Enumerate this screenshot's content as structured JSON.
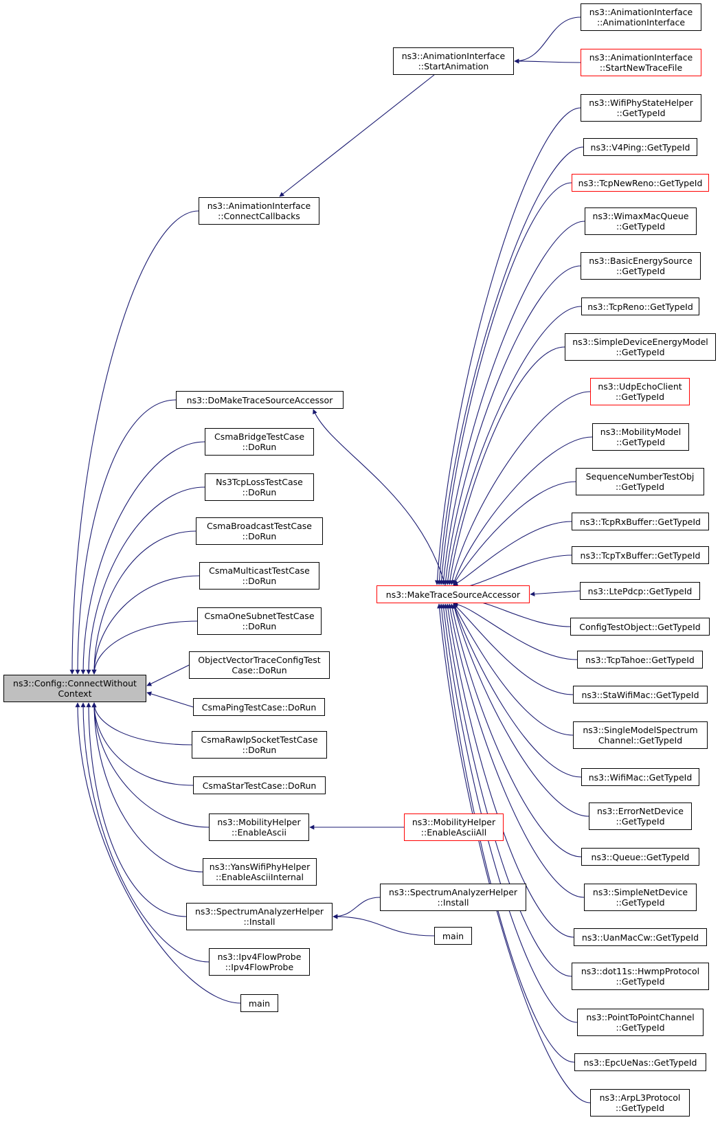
{
  "colors": {
    "edge": "#191970",
    "border": "#000000",
    "highlight": "#ff0000",
    "root_fill": "#bfbfbf"
  },
  "nodes": [
    {
      "id": "root",
      "lines": [
        "ns3::Config::ConnectWithout",
        "Context"
      ],
      "style": "root"
    },
    {
      "id": "ai_cc",
      "lines": [
        "ns3::AnimationInterface",
        "::ConnectCallbacks"
      ]
    },
    {
      "id": "ai_sa",
      "lines": [
        "ns3::AnimationInterface",
        "::StartAnimation"
      ]
    },
    {
      "id": "ai_ai",
      "lines": [
        "ns3::AnimationInterface",
        "::AnimationInterface"
      ]
    },
    {
      "id": "ai_sntf",
      "lines": [
        "ns3::AnimationInterface",
        "::StartNewTraceFile"
      ],
      "style": "red"
    },
    {
      "id": "domake",
      "lines": [
        "ns3::DoMakeTraceSourceAccessor"
      ]
    },
    {
      "id": "mtsa",
      "lines": [
        "ns3::MakeTraceSourceAccessor"
      ],
      "style": "red"
    },
    {
      "id": "csma_bridge",
      "lines": [
        "CsmaBridgeTestCase",
        "::DoRun"
      ]
    },
    {
      "id": "ns3tcploss",
      "lines": [
        "Ns3TcpLossTestCase",
        "::DoRun"
      ]
    },
    {
      "id": "csma_bcast",
      "lines": [
        "CsmaBroadcastTestCase",
        "::DoRun"
      ]
    },
    {
      "id": "csma_mcast",
      "lines": [
        "CsmaMulticastTestCase",
        "::DoRun"
      ]
    },
    {
      "id": "csma_onesub",
      "lines": [
        "CsmaOneSubnetTestCase",
        "::DoRun"
      ]
    },
    {
      "id": "objvec",
      "lines": [
        "ObjectVectorTraceConfigTest",
        "Case::DoRun"
      ]
    },
    {
      "id": "csma_ping",
      "lines": [
        "CsmaPingTestCase::DoRun"
      ]
    },
    {
      "id": "csma_rawip",
      "lines": [
        "CsmaRawIpSocketTestCase",
        "::DoRun"
      ]
    },
    {
      "id": "csma_star",
      "lines": [
        "CsmaStarTestCase::DoRun"
      ]
    },
    {
      "id": "mob_ea",
      "lines": [
        "ns3::MobilityHelper",
        "::EnableAscii"
      ]
    },
    {
      "id": "mob_eaa",
      "lines": [
        "ns3::MobilityHelper",
        "::EnableAsciiAll"
      ],
      "style": "red"
    },
    {
      "id": "yans",
      "lines": [
        "ns3::YansWifiPhyHelper",
        "::EnableAsciiInternal"
      ]
    },
    {
      "id": "sah_inst",
      "lines": [
        "ns3::SpectrumAnalyzerHelper",
        "::Install"
      ]
    },
    {
      "id": "sah_inst2",
      "lines": [
        "ns3::SpectrumAnalyzerHelper",
        "::Install"
      ]
    },
    {
      "id": "main_sa",
      "lines": [
        "main"
      ]
    },
    {
      "id": "ipv4fp",
      "lines": [
        "ns3::Ipv4FlowProbe",
        "::Ipv4FlowProbe"
      ]
    },
    {
      "id": "main_root",
      "lines": [
        "main"
      ]
    },
    {
      "id": "g_wifiphystate",
      "lines": [
        "ns3::WifiPhyStateHelper",
        "::GetTypeId"
      ]
    },
    {
      "id": "g_v4ping",
      "lines": [
        "ns3::V4Ping::GetTypeId"
      ]
    },
    {
      "id": "g_tcpnewreno",
      "lines": [
        "ns3::TcpNewReno::GetTypeId"
      ],
      "style": "red"
    },
    {
      "id": "g_wimaxq",
      "lines": [
        "ns3::WimaxMacQueue",
        "::GetTypeId"
      ]
    },
    {
      "id": "g_basicenergy",
      "lines": [
        "ns3::BasicEnergySource",
        "::GetTypeId"
      ]
    },
    {
      "id": "g_tcpreno",
      "lines": [
        "ns3::TcpReno::GetTypeId"
      ]
    },
    {
      "id": "g_simpledev",
      "lines": [
        "ns3::SimpleDeviceEnergyModel",
        "::GetTypeId"
      ]
    },
    {
      "id": "g_udpecho",
      "lines": [
        "ns3::UdpEchoClient",
        "::GetTypeId"
      ],
      "style": "red"
    },
    {
      "id": "g_mobmodel",
      "lines": [
        "ns3::MobilityModel",
        "::GetTypeId"
      ]
    },
    {
      "id": "g_seqnum",
      "lines": [
        "SequenceNumberTestObj",
        "::GetTypeId"
      ]
    },
    {
      "id": "g_tcprx",
      "lines": [
        "ns3::TcpRxBuffer::GetTypeId"
      ]
    },
    {
      "id": "g_tcptx",
      "lines": [
        "ns3::TcpTxBuffer::GetTypeId"
      ]
    },
    {
      "id": "g_ltepdcp",
      "lines": [
        "ns3::LtePdcp::GetTypeId"
      ]
    },
    {
      "id": "g_configtest",
      "lines": [
        "ConfigTestObject::GetTypeId"
      ]
    },
    {
      "id": "g_tcptahoe",
      "lines": [
        "ns3::TcpTahoe::GetTypeId"
      ]
    },
    {
      "id": "g_stawifimac",
      "lines": [
        "ns3::StaWifiMac::GetTypeId"
      ]
    },
    {
      "id": "g_singlemodel",
      "lines": [
        "ns3::SingleModelSpectrum",
        "Channel::GetTypeId"
      ]
    },
    {
      "id": "g_wifimac",
      "lines": [
        "ns3::WifiMac::GetTypeId"
      ]
    },
    {
      "id": "g_errornet",
      "lines": [
        "ns3::ErrorNetDevice",
        "::GetTypeId"
      ]
    },
    {
      "id": "g_queue",
      "lines": [
        "ns3::Queue::GetTypeId"
      ]
    },
    {
      "id": "g_simplenet",
      "lines": [
        "ns3::SimpleNetDevice",
        "::GetTypeId"
      ]
    },
    {
      "id": "g_uanmaccw",
      "lines": [
        "ns3::UanMacCw::GetTypeId"
      ]
    },
    {
      "id": "g_hwmp",
      "lines": [
        "ns3::dot11s::HwmpProtocol",
        "::GetTypeId"
      ]
    },
    {
      "id": "g_p2pchan",
      "lines": [
        "ns3::PointToPointChannel",
        "::GetTypeId"
      ]
    },
    {
      "id": "g_epcuenas",
      "lines": [
        "ns3::EpcUeNas::GetTypeId"
      ]
    },
    {
      "id": "g_arpl3",
      "lines": [
        "ns3::ArpL3Protocol",
        "::GetTypeId"
      ]
    }
  ]
}
